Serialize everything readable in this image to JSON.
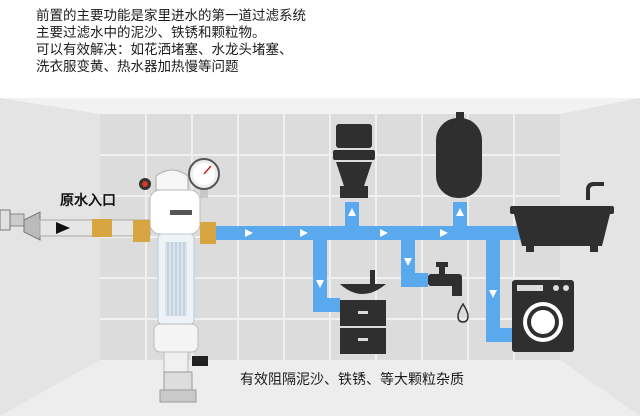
{
  "intro_lines": [
    "前置的主要功能是家里进水的第一道过滤系统",
    "主要过滤水中的泥沙、铁锈和颗粒物。",
    "可以有效解决：如花洒堵塞、水龙头堵塞、",
    "洗衣服变黄、热水器加热慢等问题"
  ],
  "inlet_label": "原水入口",
  "bottom_caption": "有效阻隔泥沙、铁锈、等大颗粒杂质",
  "icons": [
    "toilet-icon",
    "water-heater-icon",
    "bathtub-icon",
    "sink-cabinet-icon",
    "faucet-icon",
    "washing-machine-icon",
    "filter-icon",
    "pressure-gauge-icon"
  ],
  "colors": {
    "pipe": "#5aa8ee",
    "appliance": "#2f2f2f",
    "wall": "#e6e6e6",
    "brass": "#d8a640"
  }
}
